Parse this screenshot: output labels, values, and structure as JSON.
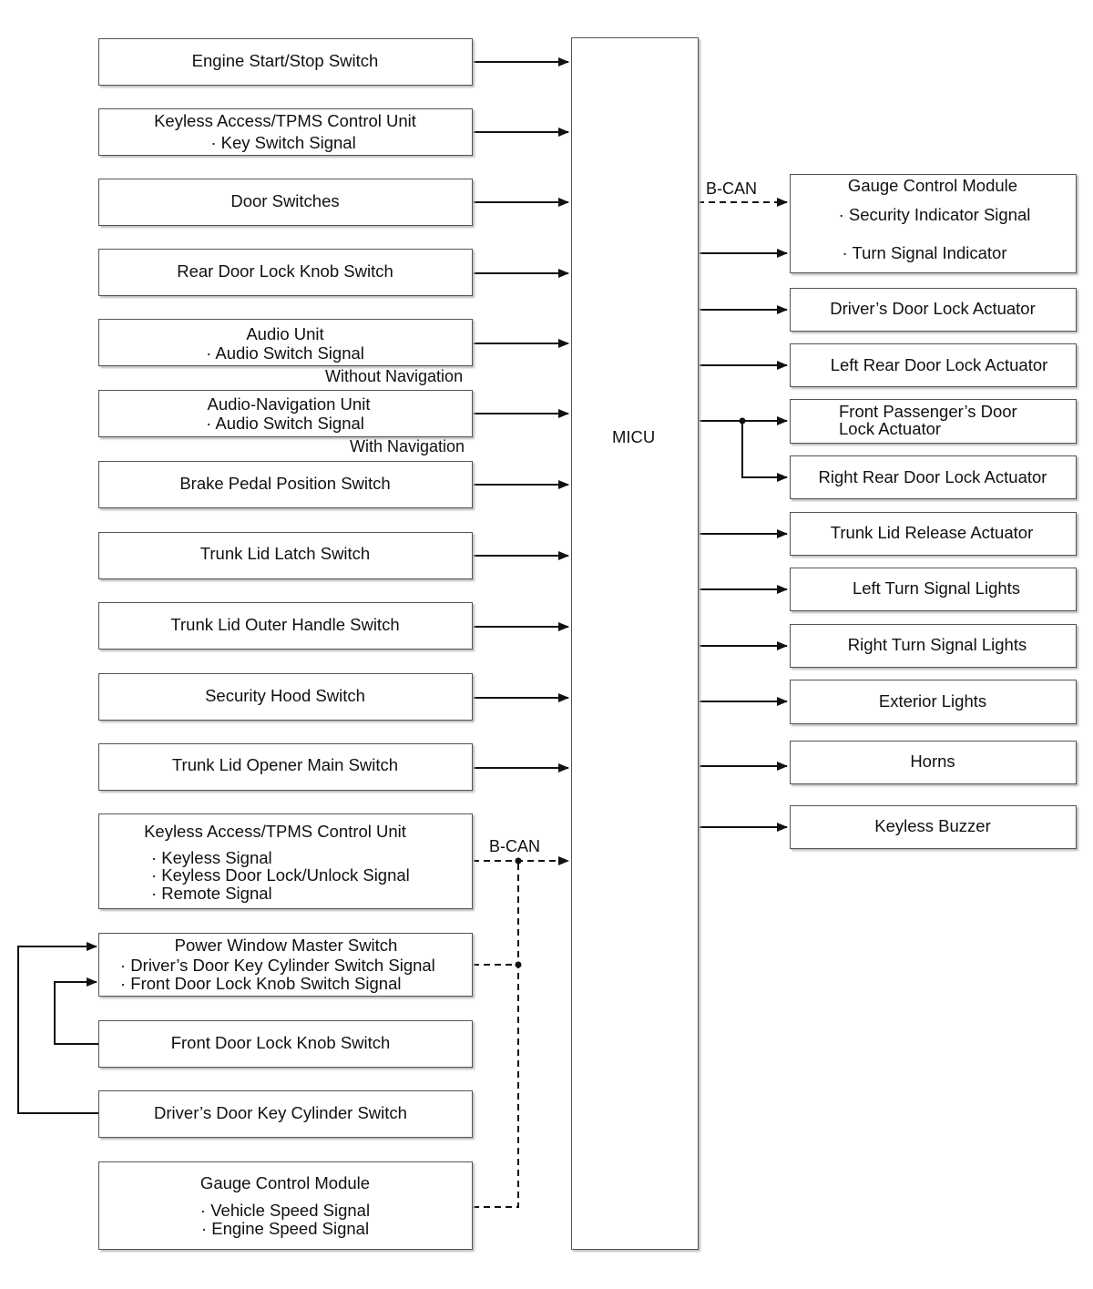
{
  "micu": "MICU",
  "bus_label_left": "B-CAN",
  "bus_label_right": "B-CAN",
  "inputs": {
    "engine_start": "Engine Start/Stop Switch",
    "keyless_key": [
      "Keyless Access/TPMS Control Unit",
      "· Key Switch Signal"
    ],
    "door_switches": "Door Switches",
    "rear_knob": "Rear Door Lock Knob Switch",
    "audio_unit": [
      "Audio Unit",
      "· Audio Switch Signal"
    ],
    "audio_note": "Without Navigation",
    "audio_nav": [
      "Audio-Navigation Unit",
      "· Audio Switch Signal"
    ],
    "audio_nav_note": "With Navigation",
    "brake": "Brake Pedal Position Switch",
    "trunk_latch": "Trunk Lid Latch Switch",
    "trunk_outer": "Trunk Lid Outer Handle Switch",
    "hood": "Security Hood Switch",
    "trunk_opener": "Trunk Lid Opener Main Switch",
    "keyless_can": [
      "Keyless Access/TPMS Control Unit",
      "· Keyless Signal",
      "· Keyless Door Lock/Unlock Signal",
      "· Remote Signal"
    ],
    "pw_master": [
      "Power Window Master Switch",
      "· Driver’s Door Key Cylinder Switch Signal",
      "· Front Door Lock Knob Switch Signal"
    ],
    "front_knob": "Front Door Lock Knob Switch",
    "key_cylinder": "Driver’s Door Key Cylinder Switch",
    "gauge_in": [
      "Gauge Control Module",
      "· Vehicle Speed Signal",
      "· Engine Speed Signal"
    ]
  },
  "outputs": {
    "gauge_out": [
      "Gauge Control Module",
      "· Security Indicator Signal",
      "· Turn Signal Indicator"
    ],
    "driver_lock": "Driver’s Door Lock Actuator",
    "lr_lock": "Left Rear Door Lock Actuator",
    "fp_lock": [
      "Front Passenger’s Door",
      "Lock Actuator"
    ],
    "rr_lock": "Right Rear Door Lock Actuator",
    "trunk_release": "Trunk Lid Release Actuator",
    "left_turn": "Left Turn Signal Lights",
    "right_turn": "Right Turn Signal Lights",
    "exterior": "Exterior Lights",
    "horns": "Horns",
    "buzzer": "Keyless Buzzer"
  }
}
